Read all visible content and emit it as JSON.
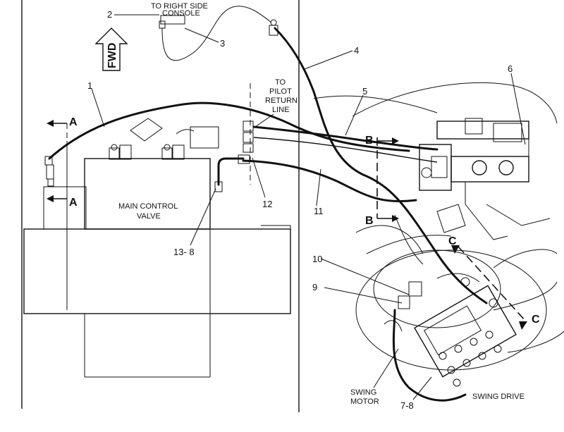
{
  "labels": {
    "to_right_side": "TO RIGHT SIDE",
    "console": "CONSOLE",
    "fwd": "FWD",
    "to": "TO",
    "pilot": "PILOT",
    "return": "RETURN",
    "line": "LINE",
    "main_control": "MAIN CONTROL",
    "valve": "VALVE",
    "swing": "SWING",
    "motor": "MOTOR",
    "swing_drive": "SWING DRIVE"
  },
  "section_markers": {
    "a_top": "A",
    "a_bottom": "A",
    "b_top": "B",
    "b_bottom": "B",
    "c_top": "C",
    "c_bottom": "C"
  },
  "callouts": {
    "n1": "1",
    "n2": "2",
    "n3": "3",
    "n4": "4",
    "n5": "5",
    "n6": "6",
    "n9": "9",
    "n10": "10",
    "n11": "11",
    "n12": "12",
    "n13_8": "13- 8",
    "n7_8": "7-8"
  }
}
